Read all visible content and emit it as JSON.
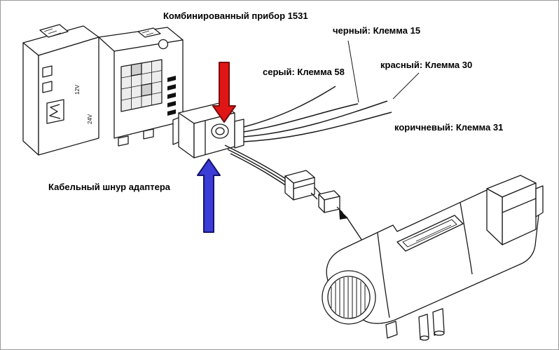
{
  "labels": {
    "instrument": "Комбинированный прибор 1531",
    "wire_black": "черный: Клемма 15",
    "wire_gray": "серый: Клемма 58",
    "wire_red": "красный: Клемма 30",
    "wire_brown": "коричневый: Клемма 31",
    "adapter_cable": "Кабельный шнур адаптера"
  },
  "instrument": {
    "v12": "12V",
    "v24": "24V"
  },
  "colors": {
    "red_arrow": "#e01616",
    "blue_arrow": "#3c3cd6",
    "line": "#1a1a1a"
  }
}
